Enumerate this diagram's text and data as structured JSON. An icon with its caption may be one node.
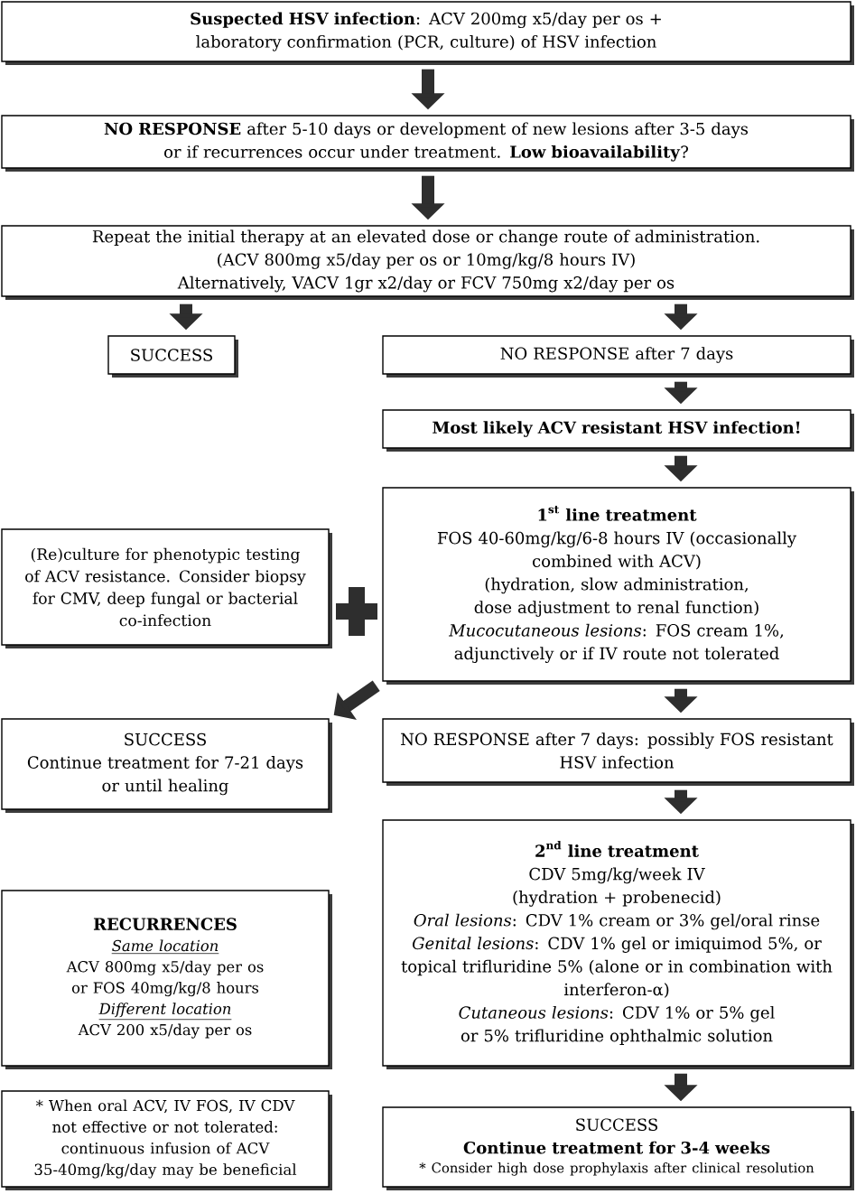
{
  "diagram": {
    "nodes": [
      {
        "text": [
          "**Suspected HSV infection**: ACV 200mg x5/day per os + laboratory confirmation (PCR, culture) of HSV infection"
        ]
      },
      {
        "text": [
          "**NO RESPONSE** after 5-10 days or development of new lesions after 3-5 days or if recurrences occur under treatment. **Low bioavailability**?"
        ]
      },
      {
        "text": [
          "Repeat the initial therapy at an elevated dose or change route of administration.",
          "(ACV 800mg x5/day per os or 10mg/kg/8 hours IV)",
          "Alternatively, VACV 1gr x2/day or FCV 750mg x2/day per os"
        ]
      },
      {
        "text": [
          "SUCCESS"
        ]
      },
      {
        "text": [
          "NO RESPONSE after 7 days"
        ]
      },
      {
        "text": [
          "Most likely ACV resistant HSV infection!"
        ]
      },
      {
        "text": [
          "\\text{1}^{\\text{st}}\\text{ line treatment}",
          "FOS 40-60mg/kg/6-8 hours IV (occasionally combined with ACV)",
          "(hydration, slow administration, dose adjustment to renal function)",
          "*Mucocutaneous lesions*: FOS cream 1%, adjunctively or if IV route not tolerated"
        ]
      },
      {
        "text": [
          "(Re)culture for phenotypic testing of ACV resistance. Consider biopsy for CMV, deep fungal or bacterial co-infection"
        ]
      },
      {
        "text": [
          "SUCCESS",
          "Continue treatment for 7-21 days or until healing"
        ]
      },
      {
        "text": [
          "NO RESPONSE after 7 days: possibly FOS resistant HSV infection"
        ]
      },
      {
        "text": [
          "\\text{2}^{\\text{nd}}\\text{ line treatment}",
          "CDV 5mg/kg/week IV",
          "(hydration + probenecid)",
          "*Oral lesions*: CDV 1% cream or 3% gel/oral rinse",
          "*Genital lesions*: CDV 1% gel or imiquimod 5%, or topical trifluridine 5% (alone or in combination with interferon-α)",
          "*Cutaneous lesions*: CDV 1% or 5% gel or 5% trifluridine ophthalmic solution"
        ]
      },
      {
        "text": [
          "RECURRENCES",
          "Same location",
          "ACV 800mg x5/day per os or FOS 40mg/kg/8 hours",
          "Different location",
          "ACV 200 x5/day per os"
        ]
      },
      {
        "text": [
          "* When oral ACV, IV FOS, IV CDV not effective or not tolerated: continuous infusion of ACV 35-40mg/kg/day may be beneficial"
        ]
      },
      {
        "text": [
          "SUCCESS",
          "Continue treatment for 3-4 weeks",
          "* Consider high dose prophylaxis after clinical resolution"
        ]
      }
    ],
    "edges": [
      {
        "from": 0,
        "to": 1,
        "arrow": "to"
      },
      {
        "from": 1,
        "to": 2,
        "arrow": "to"
      },
      {
        "from": 2,
        "to": 3,
        "arrow": "to"
      },
      {
        "from": 2,
        "to": 4,
        "arrow": "to"
      },
      {
        "from": 4,
        "to": 5,
        "arrow": "to"
      },
      {
        "from": 5,
        "to": 6,
        "arrow": "to"
      },
      {
        "from": 6,
        "to": 8,
        "arrow": "to"
      },
      {
        "from": 6,
        "to": 9,
        "arrow": "to"
      },
      {
        "from": 9,
        "to": 10,
        "arrow": "to"
      },
      {
        "from": 10,
        "to": 13,
        "arrow": "to"
      }
    ]
  }
}
